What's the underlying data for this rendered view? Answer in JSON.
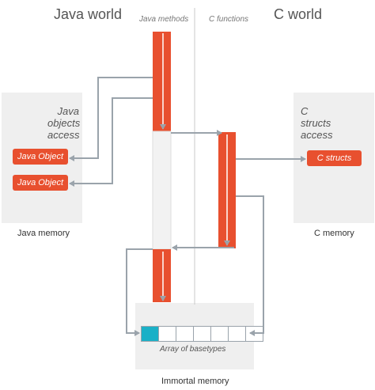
{
  "titles": {
    "java_world": "Java world",
    "c_world": "C world"
  },
  "columns": {
    "java_methods": "Java methods",
    "c_functions": "C functions"
  },
  "java_panel": {
    "caption_lines": [
      "Java",
      "objects",
      "access"
    ],
    "items": [
      "Java Object",
      "Java Object"
    ],
    "footer": "Java memory"
  },
  "c_panel": {
    "caption_lines": [
      "C",
      "structs",
      "access"
    ],
    "items": [
      "C structs"
    ],
    "footer": "C memory"
  },
  "immortal_panel": {
    "array_label": "Array of basetypes",
    "footer": "Immortal memory",
    "cells": 7,
    "highlighted_cell": 0
  },
  "colors": {
    "accent": "#e8502f",
    "cell_highlight": "#1ab0c7",
    "panel": "#efefef",
    "arrow": "#9aa3ab"
  }
}
